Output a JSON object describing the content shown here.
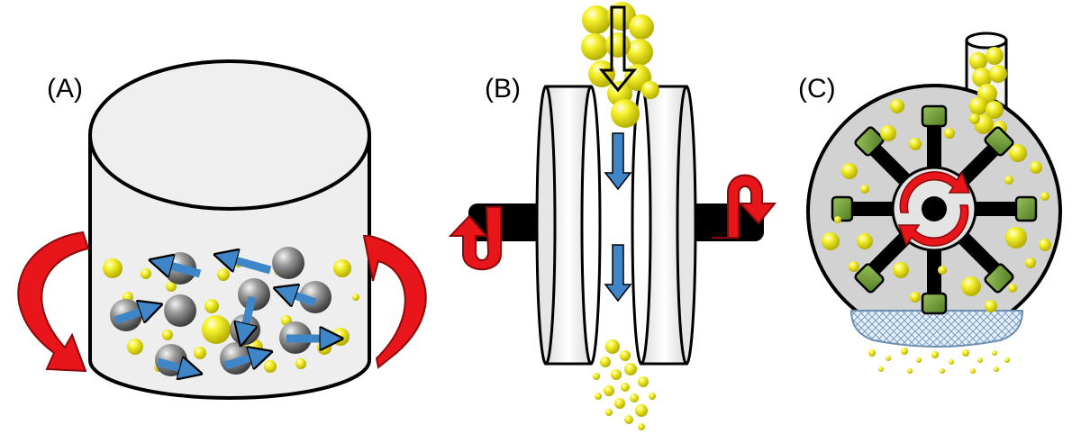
{
  "panels": [
    {
      "label": "(A)",
      "device": "ball-mill"
    },
    {
      "label": "(B)",
      "device": "disc-mill"
    },
    {
      "label": "(C)",
      "device": "hammer-mill"
    }
  ],
  "colors": {
    "particle": "#f2ee1c",
    "grinding_ball": "#8e8e8e",
    "motion_arrow": "#3f86c8",
    "rotation_arrow": "#e8161b",
    "hammer": "#6f9a3a",
    "body": "#eeeeee",
    "shaft": "#000000",
    "screen": "#d6e6f5"
  },
  "icons": {
    "rotation": "curved-red-arrow",
    "flow": "blue-down-arrow",
    "feed": "hollow-down-arrow"
  }
}
